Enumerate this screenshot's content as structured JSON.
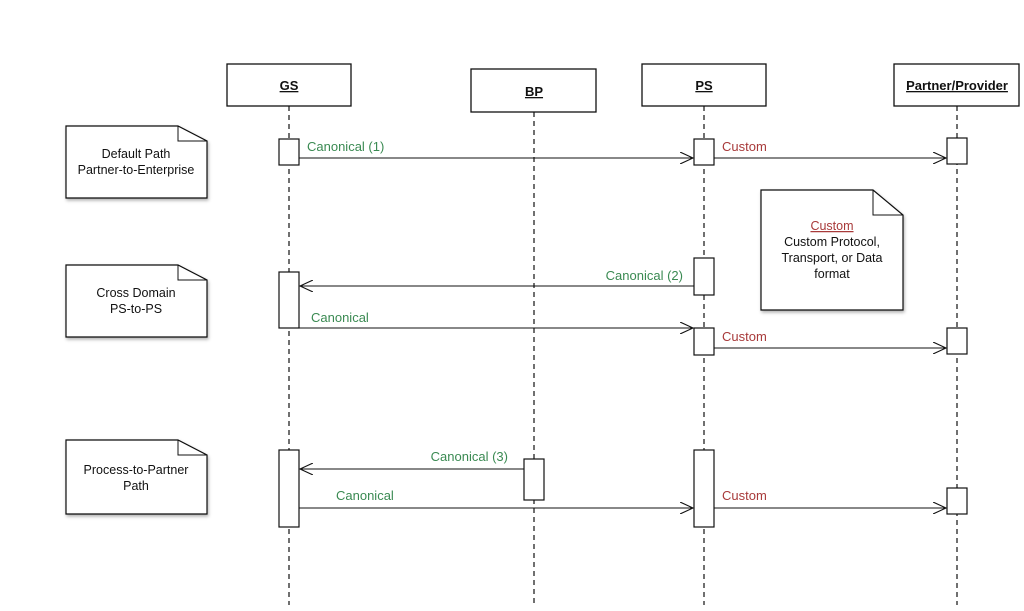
{
  "participants": {
    "gs": "GS",
    "bp": "BP",
    "ps": "PS",
    "partner": "Partner/Provider"
  },
  "messages": {
    "m1": "Canonical (1)",
    "m2": "Custom",
    "m3": "Canonical (2)",
    "m4": "Canonical",
    "m5": "Custom",
    "m6": "Canonical (3)",
    "m7": "Canonical",
    "m8": "Custom"
  },
  "notes": {
    "default_path": [
      "Default Path",
      "Partner-to-Enterprise"
    ],
    "cross_domain": [
      "Cross Domain",
      "PS-to-PS"
    ],
    "process_partner": [
      "Process-to-Partner",
      "Path"
    ],
    "custom": {
      "title": "Custom",
      "lines": [
        "Custom Protocol,",
        "Transport, or Data",
        "format"
      ]
    }
  },
  "colors": {
    "canonical": "#3a8a52",
    "custom": "#a83a3a"
  }
}
